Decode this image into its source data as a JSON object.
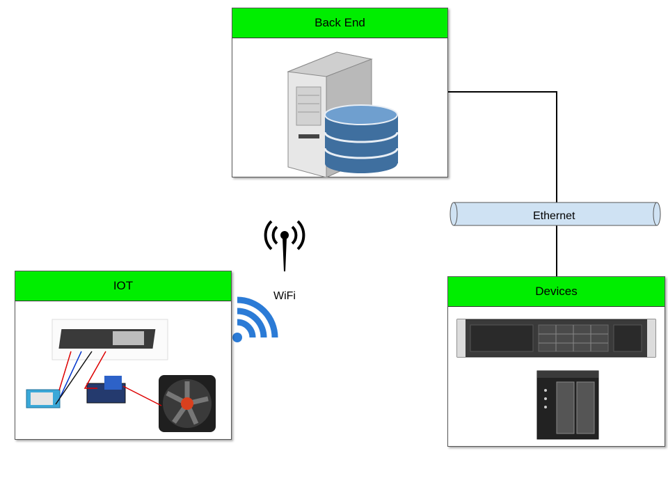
{
  "backend": {
    "title": "Back End"
  },
  "iot": {
    "title": "IOT"
  },
  "devices": {
    "title": "Devices"
  },
  "network": {
    "wifi_label": "WiFi",
    "ethernet_label": "Ethernet"
  },
  "colors": {
    "header_green": "#00ee00",
    "wifi_blue": "#2b7bd6",
    "cable_blue": "#cfe2f3",
    "db_blue": "#3f6f9f"
  },
  "icons": [
    "server-database-icon",
    "wifi-tower-icon",
    "wifi-signal-icon",
    "nodemcu-board-icon",
    "sensor-icon",
    "relay-icon",
    "fan-icon",
    "rack-server-icon",
    "nas-icon"
  ]
}
